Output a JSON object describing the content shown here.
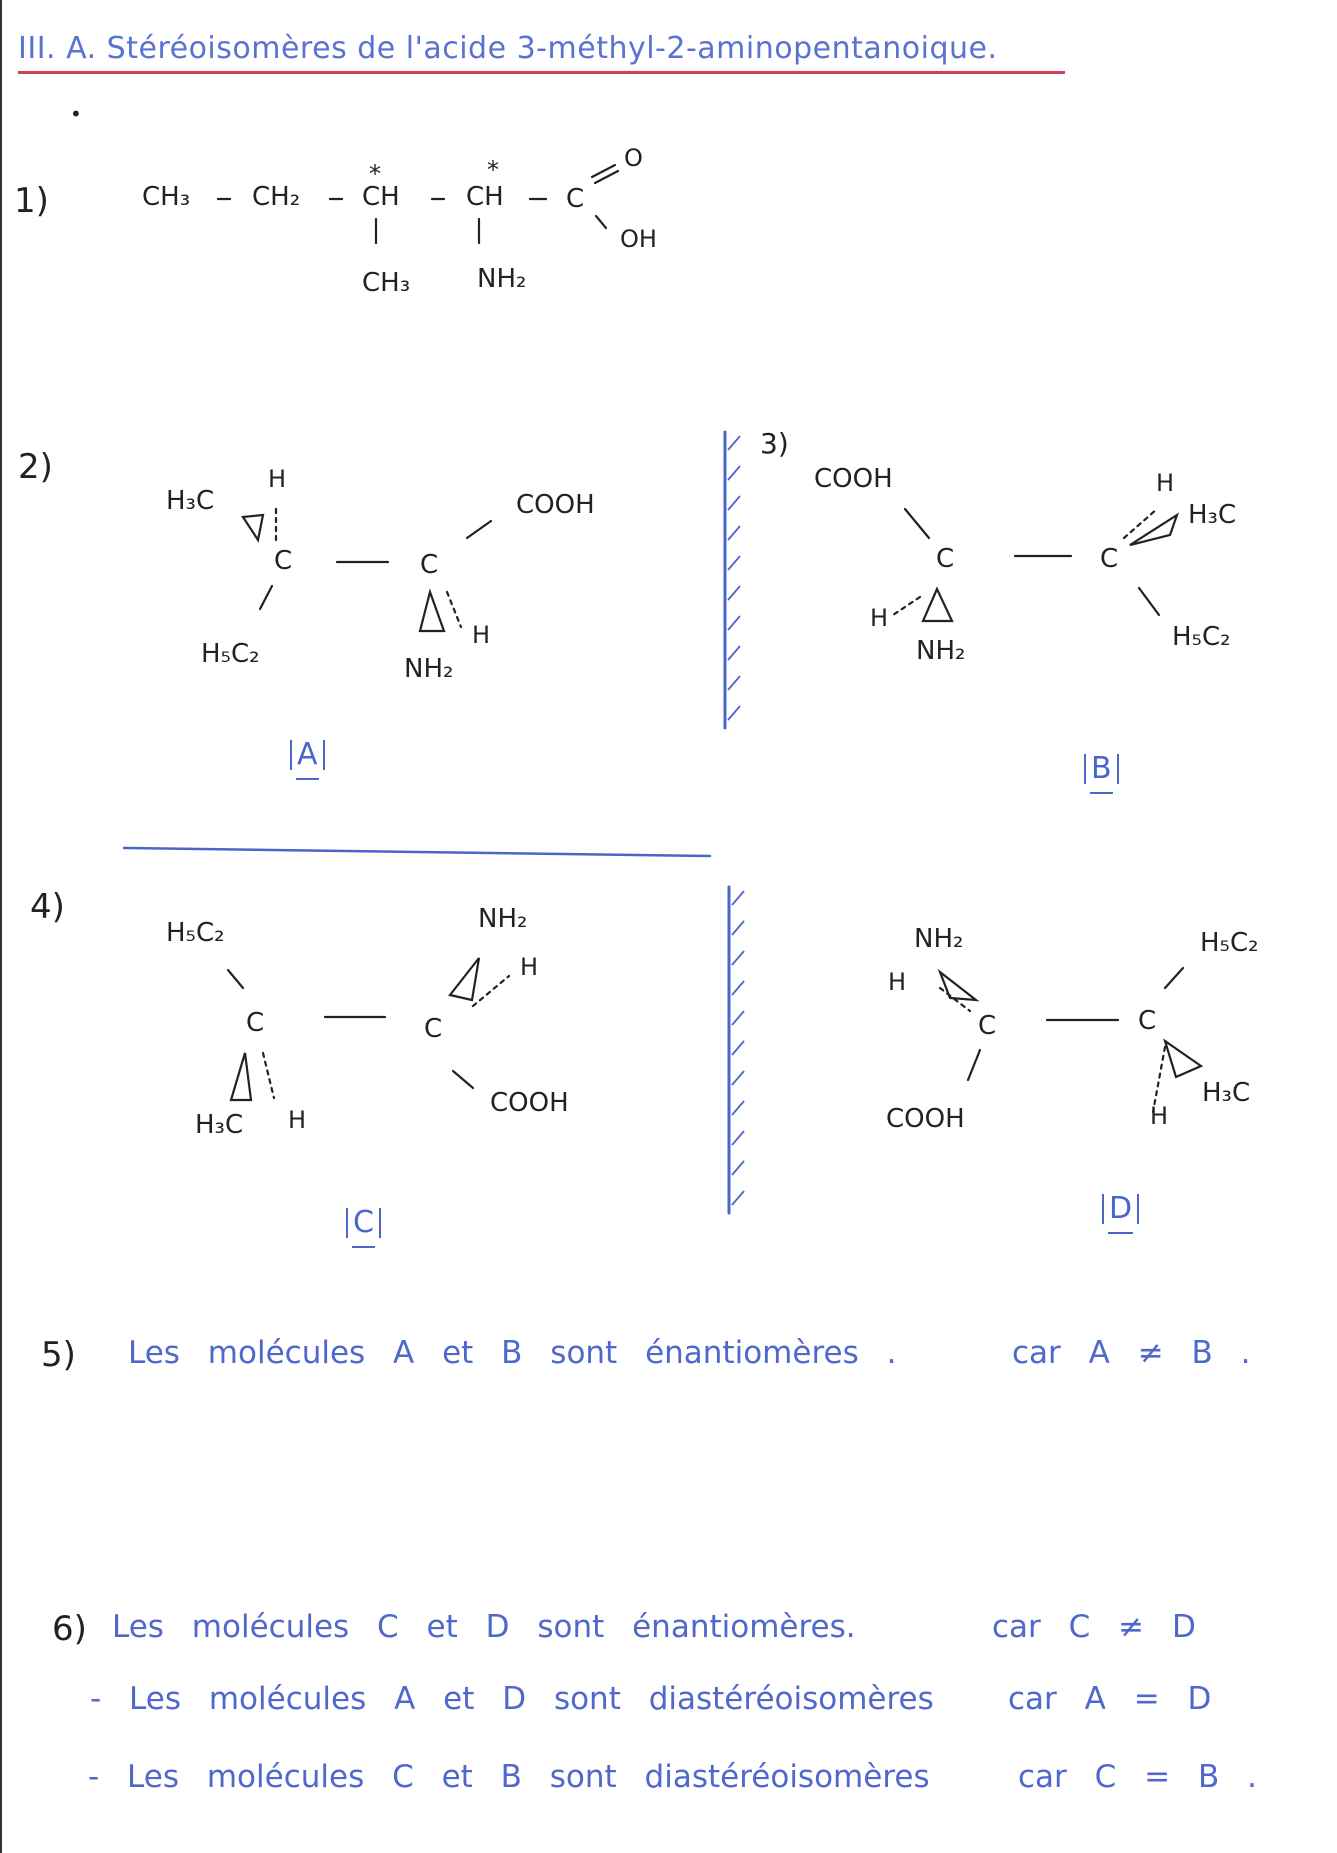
{
  "title": "III. A. Stéréoisomères de l'acide 3-méthyl-2-aminopentanoique.",
  "bullet": "•",
  "q1": {
    "number": "1)",
    "ch3": "CH₃",
    "ch2": "CH₂",
    "ch_a": "CH",
    "ch_b": "CH",
    "c": "C",
    "o": "O",
    "oh": "OH",
    "ch3_sub": "CH₃",
    "nh2_sub": "NH₂",
    "star_a": "*",
    "star_b": "*"
  },
  "q2": {
    "number": "2)",
    "molecule_a": {
      "h3c": "H₃C",
      "h_top": "H",
      "c1": "C",
      "c2": "C",
      "cooh": "COOH",
      "h5c2": "H₅C₂",
      "nh2": "NH₂",
      "h": "H",
      "label": "A"
    }
  },
  "q3": {
    "number": "3)",
    "molecule_b": {
      "cooh": "COOH",
      "c1": "C",
      "c2": "C",
      "h_top": "H",
      "h3c": "H₃C",
      "h": "H",
      "nh2": "NH₂",
      "h5c2": "H₅C₂",
      "label": "B"
    }
  },
  "q4": {
    "number": "4)",
    "molecule_c": {
      "h5c2": "H₅C₂",
      "c1": "C",
      "c2": "C",
      "nh2": "NH₂",
      "h_top": "H",
      "cooh": "COOH",
      "h3c": "H₃C",
      "h": "H",
      "label": "C"
    },
    "molecule_d": {
      "nh2": "NH₂",
      "h_left": "H",
      "c1": "C",
      "c2": "C",
      "h5c2": "H₅C₂",
      "h3c": "H₃C",
      "h": "H",
      "cooh": "COOH",
      "label": "D"
    }
  },
  "q5": {
    "number": "5)",
    "text": "Les molécules A et B sont énantiomères .",
    "reason": "car A ≠ B ."
  },
  "q6": {
    "number": "6)",
    "lines": [
      {
        "text": "Les molécules C et D sont énantiomères.",
        "reason": "car C ≠ D"
      },
      {
        "text": "- Les molécules A et D sont diastéréoisomères",
        "reason": "car A = D"
      },
      {
        "text": "- Les molécules C et B sont diastéréoisomères",
        "reason": "car C = B ."
      }
    ]
  },
  "colors": {
    "ink_blue": "#4a66c9",
    "ink_black": "#222222",
    "underline_red": "#d0405e"
  }
}
